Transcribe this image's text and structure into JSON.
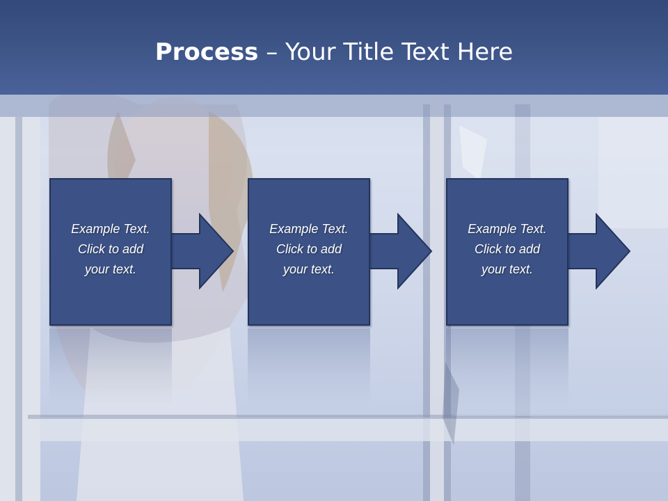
{
  "slide": {
    "title_bold": "Process",
    "title_rest": " – Your Title Text Here"
  },
  "steps": [
    {
      "line1": "Example Text.",
      "line2": "Click  to add",
      "line3": "your text."
    },
    {
      "line1": "Example Text.",
      "line2": "Click  to add",
      "line3": "your text."
    },
    {
      "line1": "Example Text.",
      "line2": "Click  to add",
      "line3": "your text."
    }
  ],
  "colors": {
    "title_bar": "#3f5689",
    "box_fill": "#3c5286",
    "box_border": "#23335a",
    "text": "#ffffff"
  }
}
